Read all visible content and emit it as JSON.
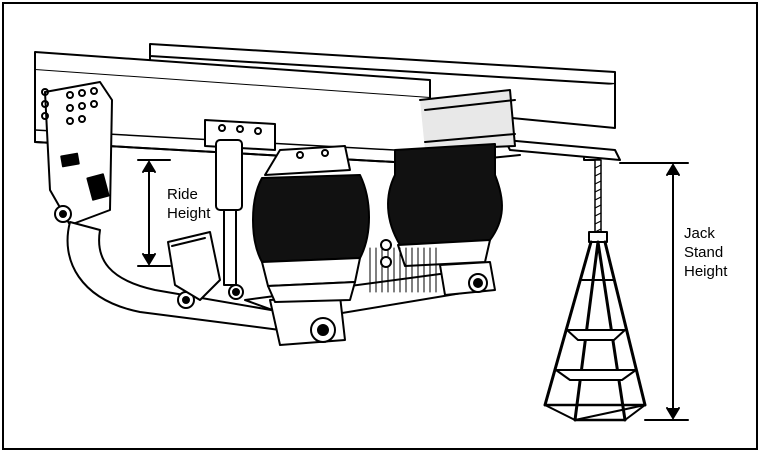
{
  "labels": {
    "ride_height": [
      "Ride",
      "Height"
    ],
    "jack_stand_height": [
      "Jack",
      "Stand",
      "Height"
    ]
  },
  "colors": {
    "ink": "#000000",
    "background": "#ffffff",
    "frame_face": "#ffffff",
    "frame_shadow": "#e8e8e8",
    "bellows": "#111111"
  }
}
